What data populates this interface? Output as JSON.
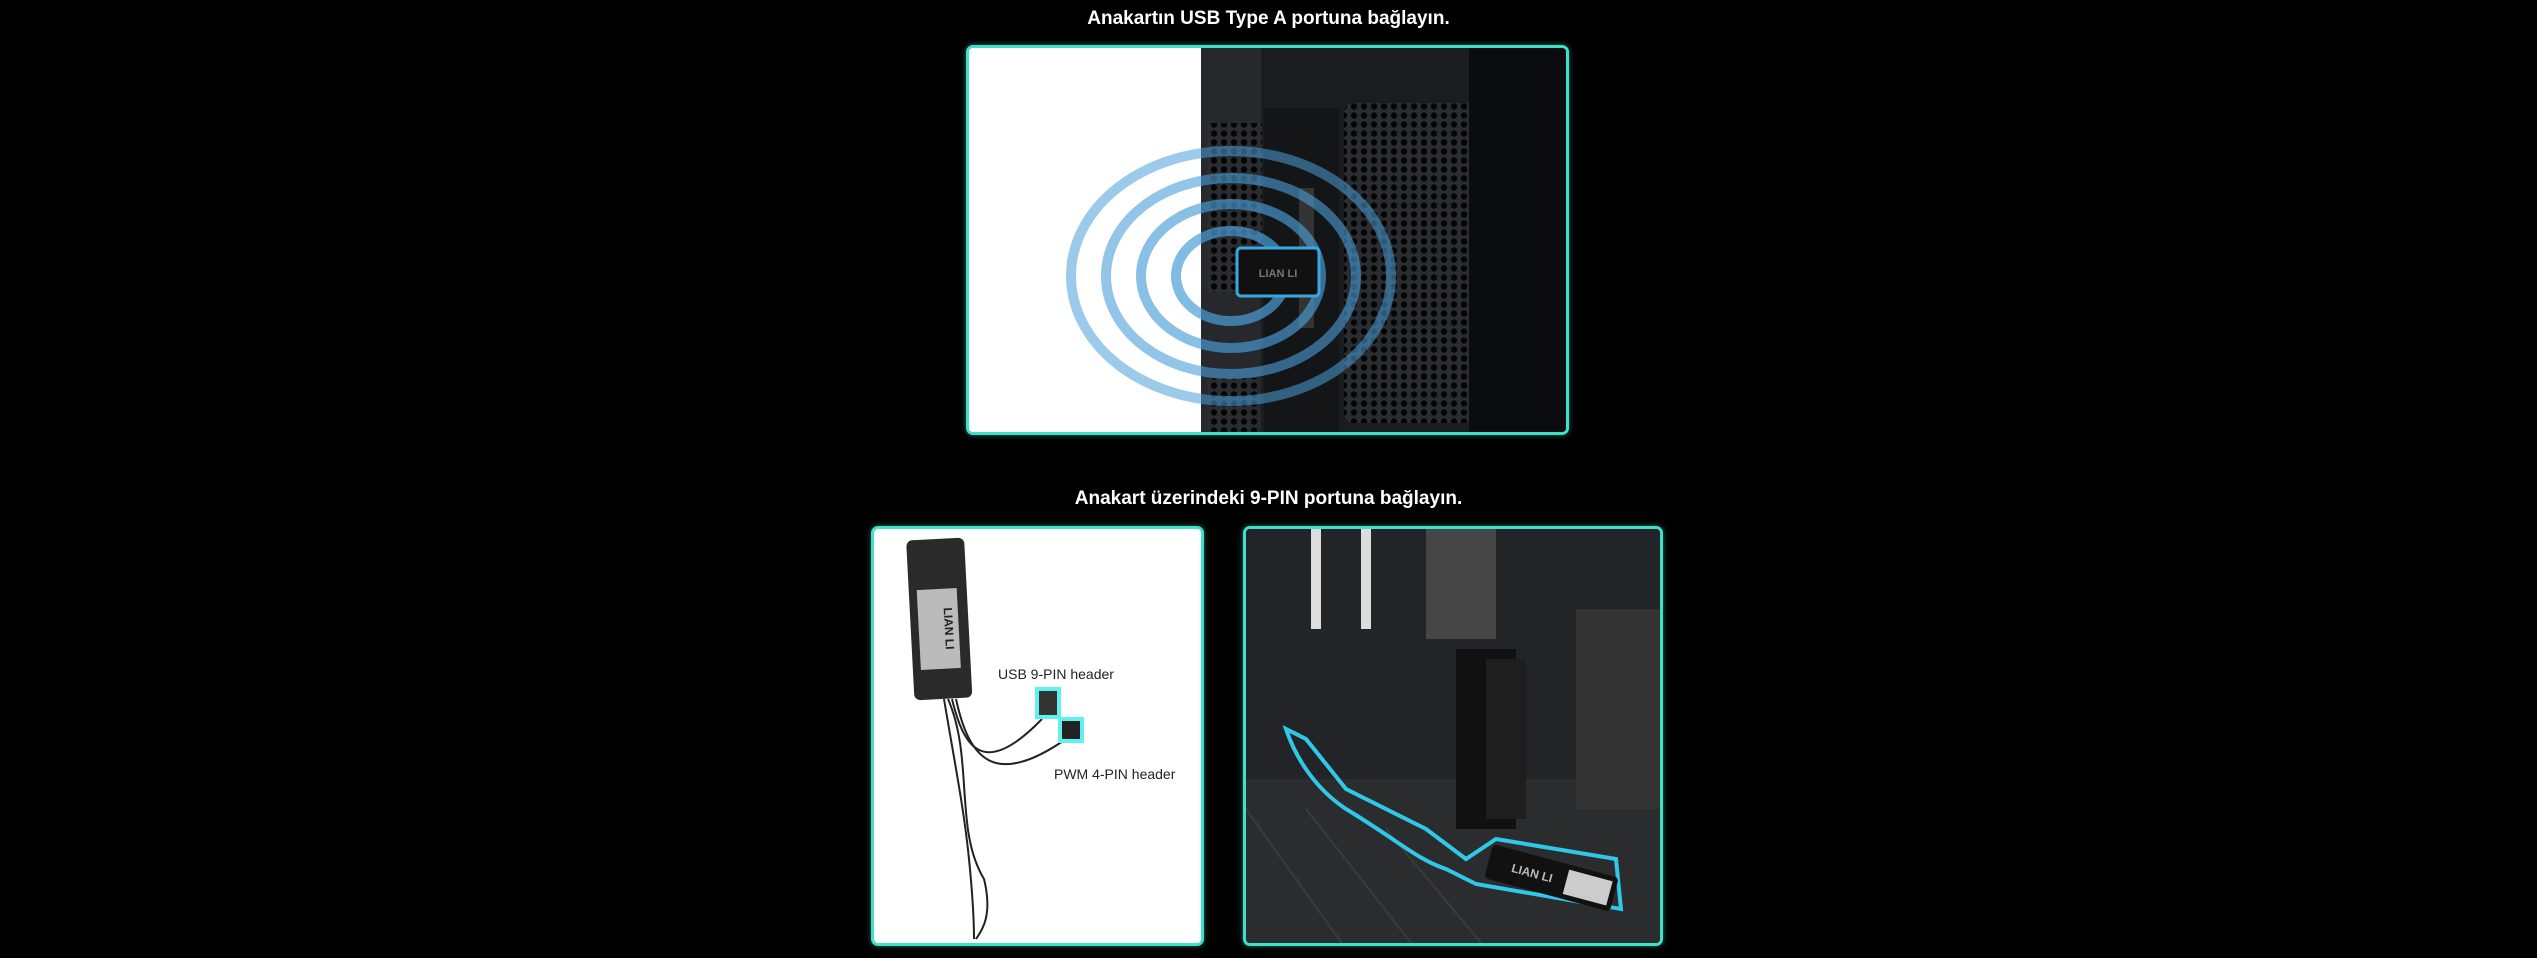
{
  "section1": {
    "title": "Anakartın USB Type A portuna bağlayın.",
    "image_logo_text": "LIAN LI"
  },
  "section2": {
    "title": "Anakart üzerindeki 9-PIN portuna bağlayın.",
    "usb_label": "USB 9-PIN header",
    "pwm_label": "PWM 4-PIN header",
    "image_logo_text": "LIAN LI"
  },
  "colors": {
    "accent": "#3fe0c8",
    "background": "#000000",
    "glow": "#2bb8e0"
  }
}
